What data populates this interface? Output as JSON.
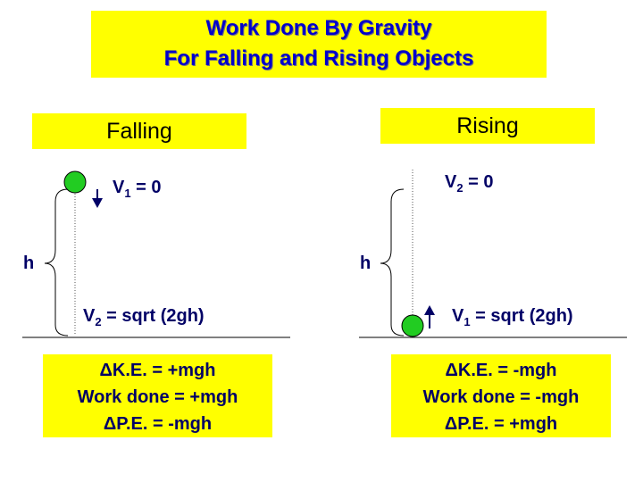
{
  "title": {
    "line1": "Work Done By Gravity",
    "line2": "For Falling and Rising Objects"
  },
  "falling": {
    "label": "Falling",
    "v1_label": "V",
    "v1_sub": "1",
    "v1_value": " = 0",
    "v2_label": "V",
    "v2_sub": "2",
    "v2_value": " = sqrt (2gh)",
    "height_label": "h",
    "results": [
      "ΔK.E. = +mgh",
      "Work done = +mgh",
      "ΔP.E. = -mgh"
    ]
  },
  "rising": {
    "label": "Rising",
    "v2_label": "V",
    "v2_sub": "2",
    "v2_value": " = 0",
    "v1_label": "V",
    "v1_sub": "1",
    "v1_value": " = sqrt (2gh)",
    "height_label": "h",
    "results": [
      "ΔK.E. = -mgh",
      "Work done = -mgh",
      "ΔP.E. = +mgh"
    ]
  },
  "colors": {
    "highlight": "#ffff00",
    "ball": "#22cc22",
    "title_text": "#0000cc",
    "body_text": "#000066",
    "arrow": "#000066"
  }
}
